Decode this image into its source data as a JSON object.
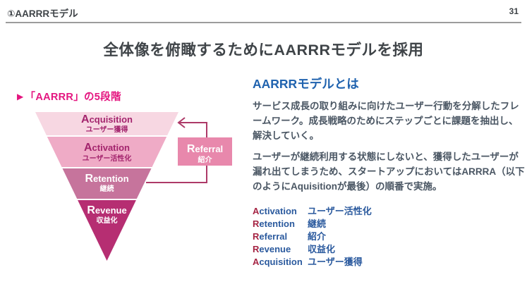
{
  "header": {
    "section_label": "①AARRRモデル",
    "page_number": "31"
  },
  "title": "全体像を俯瞰するためにAARRRモデルを採用",
  "left": {
    "caption_marker": "▶",
    "caption": "「AARRR」の5段階",
    "funnel": {
      "layers": [
        {
          "initial": "A",
          "rest": "cquisition",
          "jp": "ユーザー獲得",
          "color": "#f7d7e2",
          "text_color": "#a3246d"
        },
        {
          "initial": "A",
          "rest": "ctivation",
          "jp": "ユーザー活性化",
          "color": "#efabc6",
          "text_color": "#a3246d"
        },
        {
          "initial": "R",
          "rest": "etention",
          "jp": "継続",
          "color": "#c6749c",
          "text_color": "#ffffff"
        },
        {
          "initial": "R",
          "rest": "evenue",
          "jp": "収益化",
          "color": "#b62e72",
          "text_color": "#ffffff"
        }
      ],
      "side_box": {
        "initial": "R",
        "rest": "eferral",
        "jp": "紹介",
        "color": "#e888ac",
        "text_color": "#ffffff"
      }
    }
  },
  "right": {
    "heading": "AARRRモデルとは",
    "paragraphs": [
      "サービス成長の取り組みに向けたユーザー行動を分解したフレームワーク。成長戦略のためにステップごとに課題を抽出し、解決していく。",
      "ユーザーが継続利用する状態にしないと、獲得したユーザーが漏れ出てしまうため、スタートアップにおいてはARRRA（以下のようにAquisitionが最後）の順番で実施。"
    ],
    "list": [
      {
        "initial": "A",
        "rest": "ctivation",
        "jp": "ユーザー活性化"
      },
      {
        "initial": "R",
        "rest": "etention",
        "jp": "継続"
      },
      {
        "initial": "R",
        "rest": "eferral",
        "jp": "紹介"
      },
      {
        "initial": "R",
        "rest": "evenue",
        "jp": "収益化"
      },
      {
        "initial": "A",
        "rest": "cquisition",
        "jp": "ユーザー獲得"
      }
    ]
  },
  "colors": {
    "accent_magenta": "#e4157f",
    "heading_blue": "#2063af",
    "body_text": "#4a5663",
    "list_blue": "#2b5a9e",
    "list_initial_red": "#a52443",
    "connector": "#ad3a68",
    "title_gray": "#3f4448",
    "divider_gray": "#9c9c9c"
  }
}
